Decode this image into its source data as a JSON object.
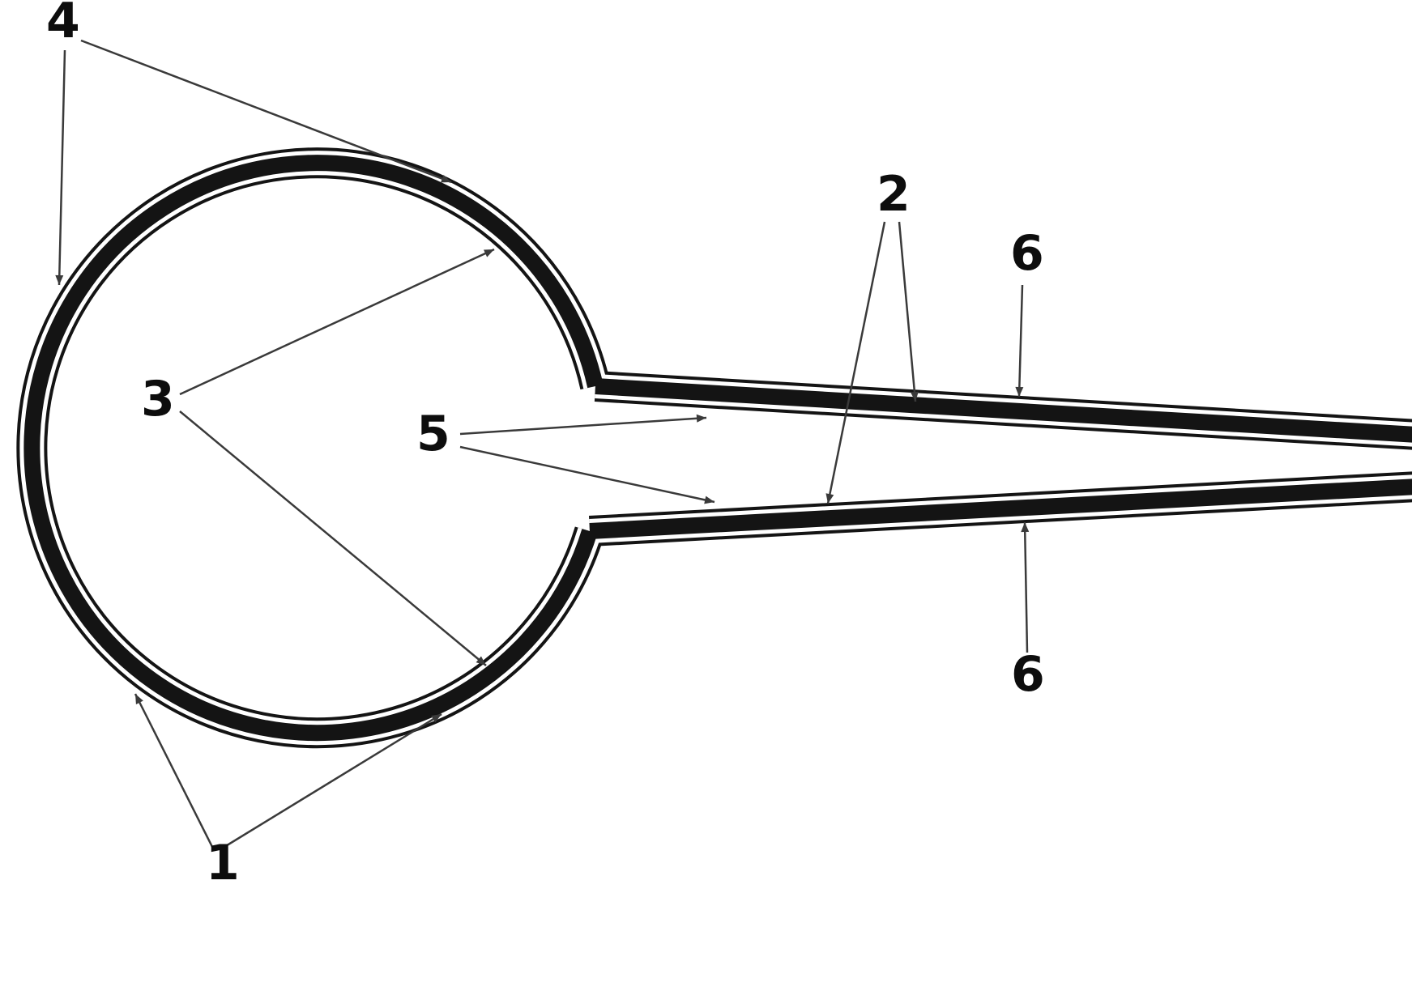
{
  "figure": {
    "labels": [
      {
        "id": "label-4",
        "text": "4"
      },
      {
        "id": "label-2",
        "text": "2"
      },
      {
        "id": "label-6-top",
        "text": "6"
      },
      {
        "id": "label-3",
        "text": "3"
      },
      {
        "id": "label-5",
        "text": "5"
      },
      {
        "id": "label-6-bottom",
        "text": "6"
      },
      {
        "id": "label-1",
        "text": "1"
      }
    ],
    "colors": {
      "ink": "#141414",
      "paper": "#ffffff",
      "leader": "#3a3a3a"
    }
  }
}
